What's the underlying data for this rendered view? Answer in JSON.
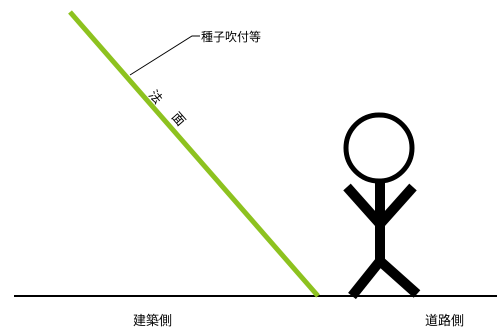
{
  "labels": {
    "seed_spray": "種子吹付等",
    "slope_char1": "法",
    "slope_char2": "面",
    "building_side": "建築側",
    "road_side": "道路側"
  },
  "colors": {
    "slope_line": "#8dc21f",
    "ink": "#000000",
    "background": "#ffffff"
  },
  "figure": {
    "person": "stick-figure"
  }
}
